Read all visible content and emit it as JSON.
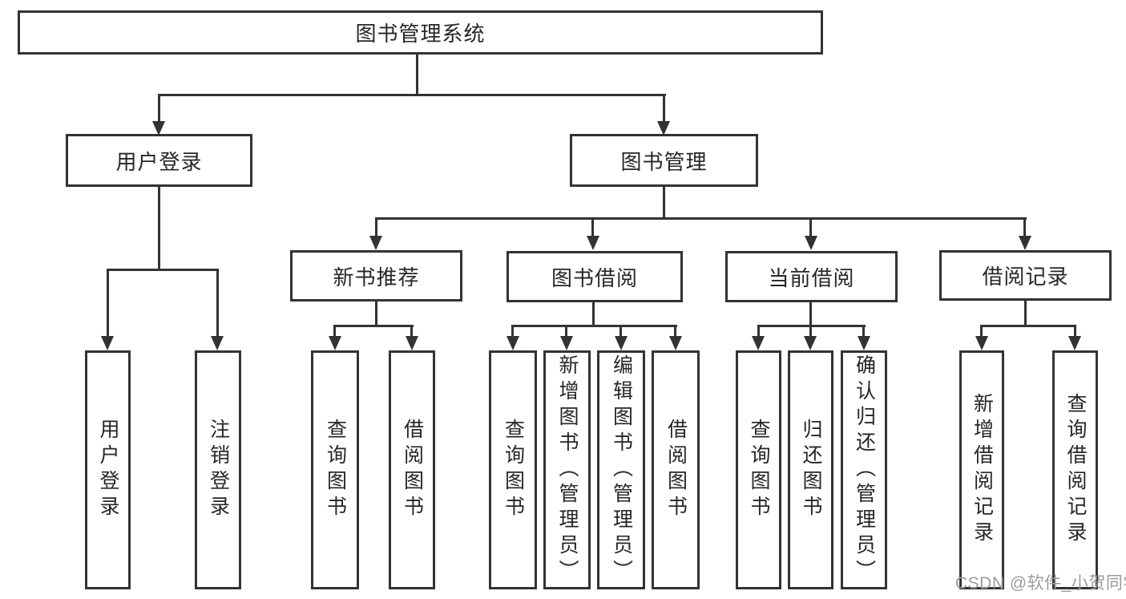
{
  "diagram": {
    "type": "hierarchy-tree",
    "root": "图书管理系统",
    "level2": {
      "user_login": "用户登录",
      "book_mgmt": "图书管理"
    },
    "level3": {
      "new_book_rec": "新书推荐",
      "book_borrow": "图书借阅",
      "current_borrow": "当前借阅",
      "borrow_records": "借阅记录"
    },
    "leaves": {
      "user_login_children": [
        "用户登录",
        "注销登录"
      ],
      "new_book_rec_children": [
        "查询图书",
        "借阅图书"
      ],
      "book_borrow_children": [
        "查询图书",
        "新增图书（管理员）",
        "编辑图书（管理员）",
        "借阅图书"
      ],
      "current_borrow_children": [
        "查询图书",
        "归还图书",
        "确认归还（管理员）"
      ],
      "borrow_records_children": [
        "新增借阅记录",
        "查询借阅记录"
      ]
    },
    "watermark": "CSDN @软件_小贺同学",
    "colors": {
      "line": "#333333",
      "text": "#262626",
      "box_background": "#ffffff",
      "watermark": "#9b9b9b",
      "background": "#ffffff"
    }
  }
}
